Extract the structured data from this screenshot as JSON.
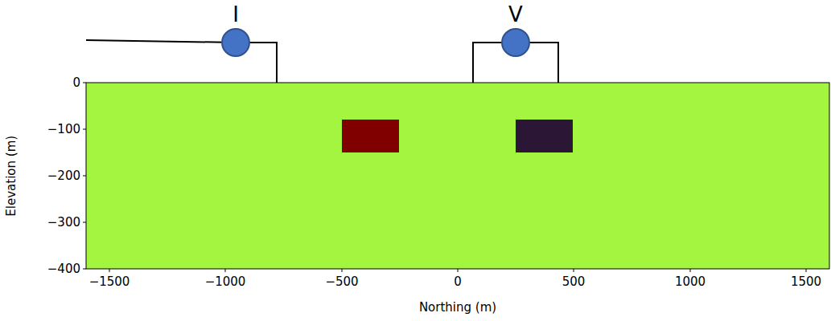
{
  "diagram": {
    "nodes": [
      {
        "text": [
          "I"
        ]
      },
      {
        "text": [
          "V"
        ]
      }
    ],
    "labels": [
      "0",
      "−100",
      "−200",
      "−300",
      "−400",
      "−1500",
      "−1000",
      "−500",
      "0",
      "500",
      "1000",
      "1500",
      "Elevation (m)",
      "Northing (m)"
    ]
  }
}
